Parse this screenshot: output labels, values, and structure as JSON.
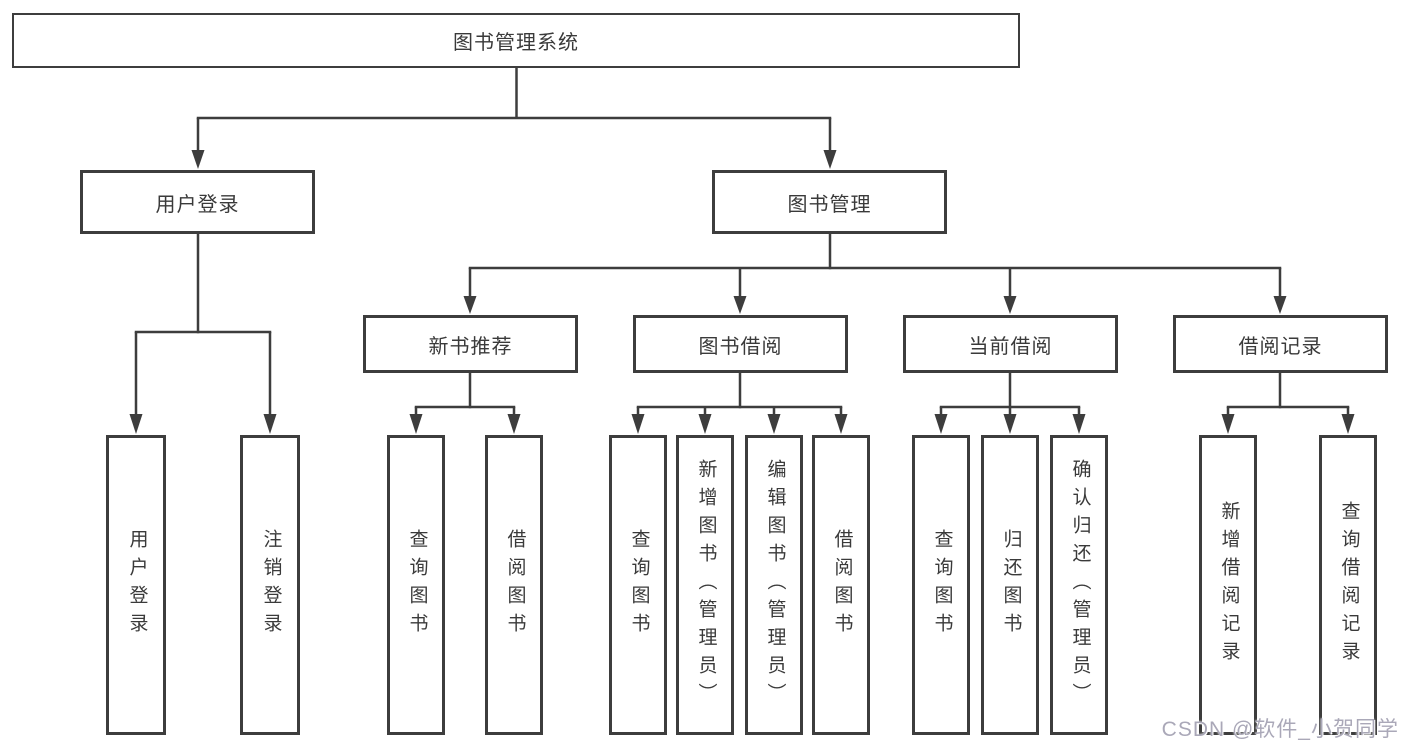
{
  "root": {
    "label": "图书管理系统"
  },
  "branches": [
    {
      "label": "用户登录",
      "children": [
        {
          "label": "用户登录"
        },
        {
          "label": "注销登录"
        }
      ]
    },
    {
      "label": "图书管理",
      "children": [
        {
          "label": "新书推荐",
          "children": [
            {
              "label": "查询图书"
            },
            {
              "label": "借阅图书"
            }
          ]
        },
        {
          "label": "图书借阅",
          "children": [
            {
              "label": "查询图书"
            },
            {
              "label": "新增图书（管理员）"
            },
            {
              "label": "编辑图书（管理员）"
            },
            {
              "label": "借阅图书"
            }
          ]
        },
        {
          "label": "当前借阅",
          "children": [
            {
              "label": "查询图书"
            },
            {
              "label": "归还图书"
            },
            {
              "label": "确认归还（管理员）"
            }
          ]
        },
        {
          "label": "借阅记录",
          "children": [
            {
              "label": "新增借阅记录"
            },
            {
              "label": "查询借阅记录"
            }
          ]
        }
      ]
    }
  ],
  "watermark": {
    "text": "CSDN @软件_小贺同学"
  },
  "colors": {
    "line": "#3d3d3d",
    "text": "#3a3a3a",
    "background": "#ffffff",
    "watermark": "#aaa8b8"
  }
}
